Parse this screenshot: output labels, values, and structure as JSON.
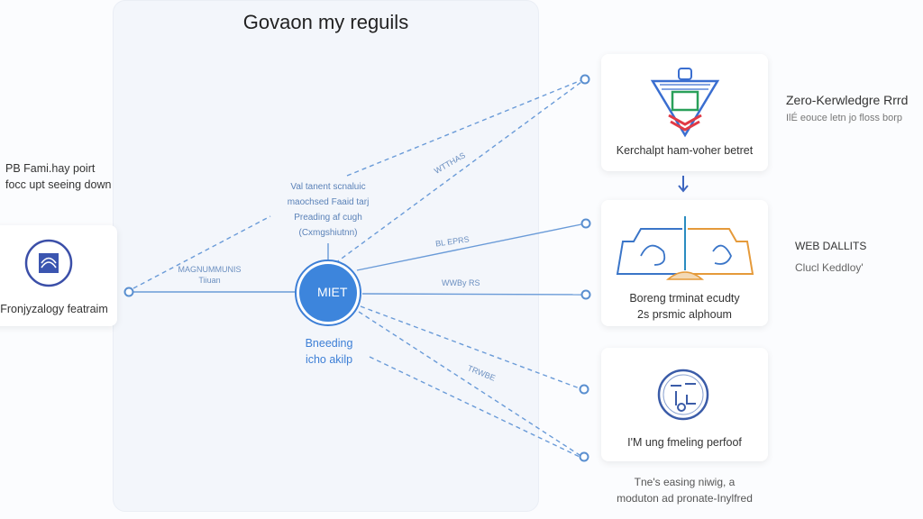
{
  "title": "Govaon my reguils",
  "left": {
    "note": [
      "PB Fami.hay poirt",
      "focc upt seeing down"
    ],
    "card_label": "Fronjyzalogy featraim",
    "link_label": [
      "MAGNUMMUNIS",
      "Tiiuan"
    ]
  },
  "center": {
    "badge": "MIET",
    "note": [
      "Val tanent scnaluic",
      "maochsed Faaid tarj",
      "Preading af cugh",
      "(Cxmgshiutnn)"
    ],
    "caption": [
      "Bneeding",
      "icho akilp"
    ]
  },
  "edges": [
    "WTTHAS",
    "BL EPRS",
    "WWBy RS",
    "TRWBE"
  ],
  "right": [
    {
      "label": "Kerchalpt ham-voher betret",
      "side": [
        "Zero-Kerwledgre Rrrd",
        "IlÉ eouce letn jo floss borp"
      ]
    },
    {
      "label": [
        "Boreng trminat ecudty",
        "2s prsmic alphoum"
      ],
      "side": [
        "WEB DALLITS",
        "Clucl Keddloy'"
      ]
    },
    {
      "label": "I'M ung fmeling perfoof",
      "below": [
        "Tne's easing niwig, a",
        "moduton ad pronate-Inylfred"
      ]
    }
  ],
  "colors": {
    "accent": "#3d7fd6",
    "line": "#6a9bd8"
  }
}
